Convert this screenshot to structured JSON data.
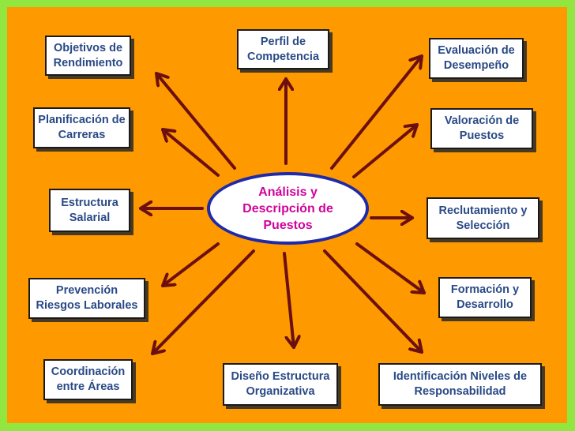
{
  "center": {
    "line1": "Análisis y",
    "line2": "Descripción de",
    "line3": "Puestos"
  },
  "nodes": [
    {
      "id": "objetivos",
      "line1": "Objetivos de",
      "line2": "Rendimiento"
    },
    {
      "id": "perfil",
      "line1": "Perfil de",
      "line2": "Competencia"
    },
    {
      "id": "evaluacion",
      "line1": "Evaluación de",
      "line2": "Desempeño"
    },
    {
      "id": "planificacion",
      "line1": "Planificación de",
      "line2": "Carreras"
    },
    {
      "id": "valoracion",
      "line1": "Valoración de",
      "line2": "Puestos"
    },
    {
      "id": "estructura",
      "line1": "Estructura",
      "line2": "Salarial"
    },
    {
      "id": "reclutamiento",
      "line1": "Reclutamiento y",
      "line2": "Selección"
    },
    {
      "id": "prevencion",
      "line1": "Prevención",
      "line2": "Riesgos Laborales"
    },
    {
      "id": "formacion",
      "line1": "Formación y",
      "line2": "Desarrollo"
    },
    {
      "id": "coordinacion",
      "line1": "Coordinación",
      "line2": "entre Áreas"
    },
    {
      "id": "diseno",
      "line1": "Diseño Estructura",
      "line2": "Organizativa"
    },
    {
      "id": "identificacion",
      "line1": "Identificación Niveles de",
      "line2": "Responsabilidad"
    }
  ],
  "colors": {
    "outer_background": "#92e640",
    "slide_background": "#ff9900",
    "box_text": "#2a4a86",
    "center_text": "#d0049b",
    "center_border": "#1f2aa8",
    "arrow": "#6b0f10"
  }
}
